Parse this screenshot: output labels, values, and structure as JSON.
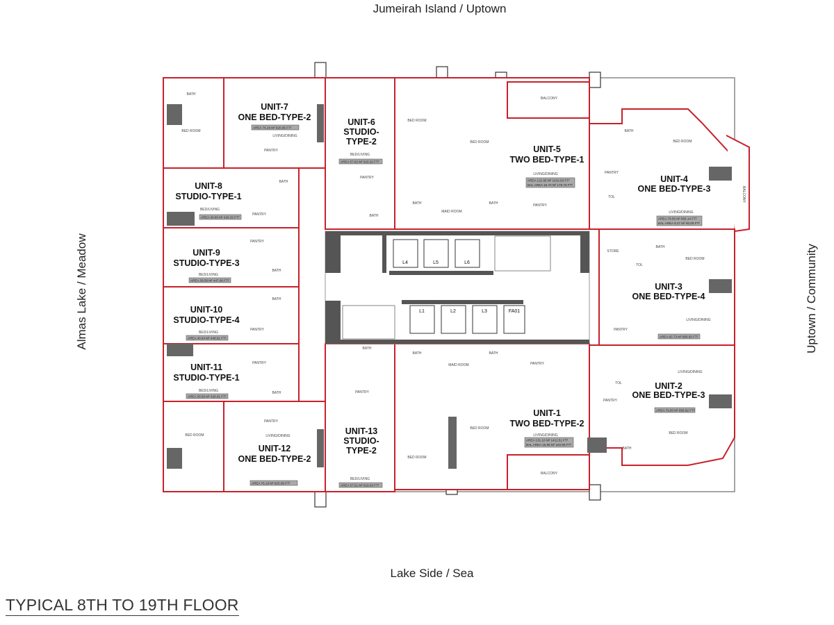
{
  "compass": {
    "north": "Jumeirah Island / Uptown",
    "south": "Lake Side / Sea",
    "west": "Almas Lake / Meadow",
    "east": "Uptown / Community"
  },
  "title": "TYPICAL 8TH TO 19TH FLOOR",
  "units": {
    "u7": {
      "name": "UNIT-7",
      "type": "ONE BED-TYPE-2",
      "area": "AREA 76.28 M² 820.95 FT²"
    },
    "u8": {
      "name": "UNIT-8",
      "type": "STUDIO-TYPE-1",
      "area": "AREA 39.80 M² 428.33 FT²"
    },
    "u9": {
      "name": "UNIT-9",
      "type": "STUDIO-TYPE-3",
      "area": "AREA 39.58 M² 447.66 FT²"
    },
    "u10": {
      "name": "UNIT-10",
      "type": "STUDIO-TYPE-4",
      "area": "AREA 40.64 M² 448.61 FT²"
    },
    "u11": {
      "name": "UNIT-11",
      "type": "STUDIO-TYPE-1",
      "area": "AREA 39.56 M² 426.91 FT²"
    },
    "u12": {
      "name": "UNIT-12",
      "type": "ONE BED-TYPE-2",
      "area": "AREA 76.19 M² 820.09 FT²"
    },
    "u6": {
      "name": "UNIT-6",
      "type1": "STUDIO-",
      "type2": "TYPE-2",
      "area": "AREA 57.62 M² 620.22 FT²"
    },
    "u13": {
      "name": "UNIT-13",
      "type1": "STUDIO-",
      "type2": "TYPE-2",
      "area": "AREA 57.51 M² 619.03 FT²"
    },
    "u5": {
      "name": "UNIT-5",
      "type": "TWO BED-TYPE-1",
      "area": "AREA 131.65 M² 1416.53 FT²",
      "bal_area": "BAL AREA 16.70 M² 179.76 FT²"
    },
    "u4": {
      "name": "UNIT-4",
      "type": "ONE BED-TYPE-3",
      "area": "AREA 79.55 M² 856.14 FT²",
      "bal_area": "BAL AREA 8.37 M² 90.09 FT²"
    },
    "u3": {
      "name": "UNIT-3",
      "type": "ONE BED-TYPE-4",
      "area": "AREA 82.73 M² 890.50 FT²"
    },
    "u2": {
      "name": "UNIT-2",
      "type": "ONE BED-TYPE-3",
      "area": "AREA 79.60 M² 856.82 FT²"
    },
    "u1": {
      "name": "UNIT-1",
      "type": "TWO BED-TYPE-2",
      "area": "AREA 131.10 M² 1411.51 FT²",
      "bal_area": "BAL AREA 16.99 M² 182.88 FT²"
    }
  },
  "rooms": {
    "bath": "BATH",
    "bedroom": "BED ROOM",
    "living_dining": "LIVING/DINING",
    "bed_living": "BED/LIVING",
    "pantry": "PANTRY",
    "tol": "TOL",
    "store": "STORE",
    "maid_room": "MAID ROOM",
    "balcony": "BALCONY"
  },
  "lifts": [
    "L1",
    "L2",
    "L3",
    "L4",
    "L5",
    "L6"
  ],
  "fa": "FA01"
}
